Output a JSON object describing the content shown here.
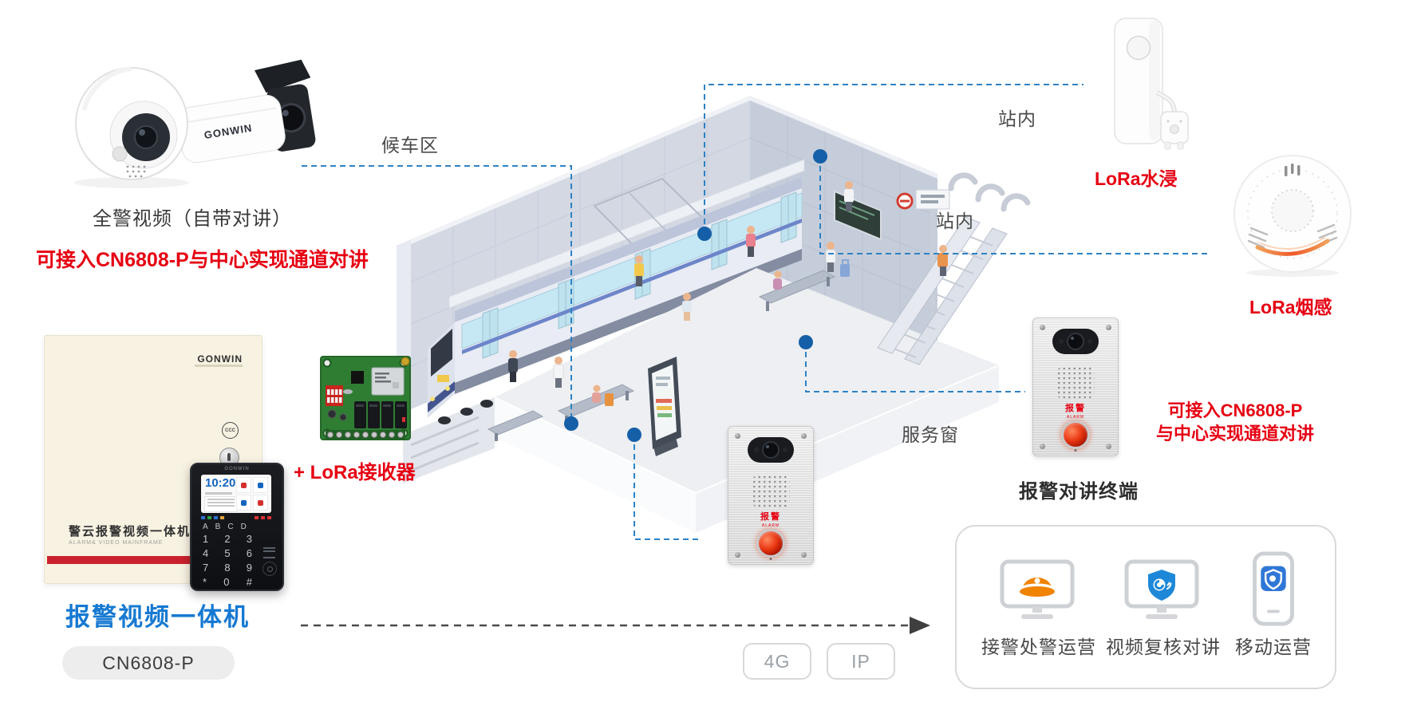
{
  "colors": {
    "accent_red": "#e60012",
    "title_blue": "#1679d2",
    "connector_blue": "#2e82c4",
    "dot_blue": "#155fa8",
    "arrow_gray": "#4a4a4a",
    "pill_text_gray": "#9aa0a6",
    "panel_border": "#d9d9d9",
    "cap_orange": "#f08300",
    "shield_blue": "#1e88d8"
  },
  "camera_group": {
    "caption": "全警视频（自带对讲）",
    "note": "可接入CN6808-P与中心实现通道对讲",
    "brand": "GONWIN"
  },
  "mainframe": {
    "brand": "GONWIN",
    "box_title": "警云报警视频一体机",
    "box_subtitle": "ALARM& VIDEO MAINFRAME",
    "ccc_mark": "CCC",
    "product_title": "报警视频一体机",
    "model": "CN6808-P",
    "keypad": {
      "brand": "GONWIN",
      "time": "10:20",
      "letter_keys": [
        "A",
        "B",
        "C",
        "D"
      ],
      "digit_keys": [
        "1",
        "2",
        "3",
        "4",
        "5",
        "6",
        "7",
        "8",
        "9",
        "*",
        "0",
        "#"
      ]
    }
  },
  "lora_receiver": {
    "label": "+ LoRa接收器"
  },
  "sensors": {
    "water": {
      "label": "LoRa水浸"
    },
    "smoke": {
      "label": "LoRa烟感"
    }
  },
  "intercom_terminal": {
    "label": "报警对讲终端",
    "note_line1": "可接入CN6808-P",
    "note_line2": "与中心实现通道对讲",
    "button_label": "报警",
    "button_sublabel": "ALARM"
  },
  "scene": {
    "labels": {
      "waiting_area": "候车区",
      "in_station_top": "站内",
      "in_station_mid": "站内",
      "service_window": "服务窗"
    }
  },
  "network_tags": [
    "4G",
    "IP"
  ],
  "operations_panel": {
    "items": [
      {
        "icon": "monitor-police-cap-icon",
        "label": "接警处警运营"
      },
      {
        "icon": "monitor-shield-icon",
        "label": "视频复核对讲"
      },
      {
        "icon": "phone-shield-icon",
        "label": "移动运营"
      }
    ]
  }
}
